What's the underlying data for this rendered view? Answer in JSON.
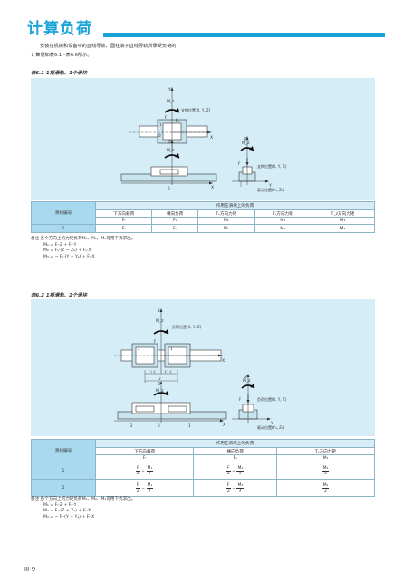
{
  "header": {
    "title": "计算负荷"
  },
  "intro": {
    "line1": "安装在机械和设备中的直线导轨、圆柱滚子直线导轨所承受负荷的",
    "line2": "计算例如表6.1~表6.6所示。"
  },
  "table1": {
    "caption": "表6.1  1根滑轨、1个滑块",
    "diagram": {
      "label_ref": "支撑位置(X, Y, Z)",
      "label_drive": "驱动位置(Y₀, Z₀)",
      "label_ref2": "支撑位置(X, Y, Z)",
      "axis_x": "X",
      "axis_y": "Y",
      "axis_z": "Z",
      "origin": "0",
      "F": "F",
      "Fy": "Fᵧ",
      "Fz": "F_z",
      "Mz": "M_z",
      "block": "1"
    },
    "head": {
      "slider_no": "滑块编号",
      "group": "作用在滑块上的负荷",
      "cols": [
        {
          "name": "下方向载荷",
          "sym": "Fᵣ"
        },
        {
          "name": "横向负荷",
          "sym": "Fₛ"
        },
        {
          "name": "Tₒ方向力矩",
          "sym": "M₁"
        },
        {
          "name": "Tᵧ方向力矩",
          "sym": "M₂"
        },
        {
          "name": "T_z方向力矩",
          "sym": "M₃"
        }
      ]
    },
    "rows": [
      {
        "no": "1",
        "cells": [
          "Fᵣ",
          "Fᵧ",
          "M₁",
          "M₂",
          "M₃"
        ]
      }
    ],
    "notes": {
      "n1": "备注    各个方向上的力矩负荷M₁、M₂、M₃可用下式求出。",
      "n2": "M₁ = Fᵣ·Z + Fᵧ·Y",
      "n3": "M₂ = Fᵧ·(Z − Z₀) + Fᵧ·X",
      "n4": "M₃ = − Fᵧ·(Y − Yₐ) + Fᵣ·X"
    }
  },
  "table2": {
    "caption": "表6.2  1根滑轨、2个滑块",
    "diagram": {
      "label_ref": "负荷位置(X, Y, Z)",
      "label_drive": "驱动位置(Y₀, Z₀)",
      "label_ref2": "负荷位置(X, Y, Z)",
      "axis_x": "X",
      "axis_y": "Y",
      "axis_z": "Z",
      "origin": "0",
      "half_l": "ℓ / 2",
      "ell": "ℓ",
      "b1": "1",
      "b2": "2",
      "F": "F",
      "Fy": "Fᵧ",
      "Mz": "M_z"
    },
    "head": {
      "slider_no": "滑块编号",
      "group": "作用在滑块上的负荷",
      "cols": [
        {
          "name": "下方向载荷",
          "sym": "Fᵣ"
        },
        {
          "name": "横向负荷",
          "sym": "Fₛ"
        },
        {
          "name": "Tᵧ方向力矩",
          "sym": "M₁"
        }
      ]
    },
    "rows": [
      {
        "no": "1",
        "c1a": "F",
        "c1b": "2",
        "c1c": "M₁",
        "c1d": "ℓ",
        "op1": "+",
        "c2a": "F",
        "c2b": "2",
        "c2c": "M₂",
        "c2d": "ℓ",
        "op2": "+",
        "c3a": "M₁",
        "c3b": "2"
      },
      {
        "no": "2",
        "c1a": "F",
        "c1b": "2",
        "c1c": "M₁",
        "c1d": "ℓ",
        "op1": "−",
        "c2a": "F",
        "c2b": "2",
        "c2c": "M₂",
        "c2d": "ℓ",
        "op2": "−",
        "c3a": "M₁",
        "c3b": "2"
      }
    ],
    "notes": {
      "n1": "备注    各个方向上的力矩负荷M₁、M₂、M₃可用下式求出。",
      "n2": "M₁ = Fᵣ·Z + Fᵧ·Y",
      "n3": "M₂ = Fᵧ·(Z + Z₀) + Fᵣ·X",
      "n4": "M₃ = − Fᵣ·(Y − Yₐ) + Fᵣ·X"
    }
  },
  "footer": {
    "page": "III-9"
  },
  "colors": {
    "accent": "#1aa3d9",
    "panel": "#d4edf7",
    "label_cell": "#a9d9ef"
  }
}
